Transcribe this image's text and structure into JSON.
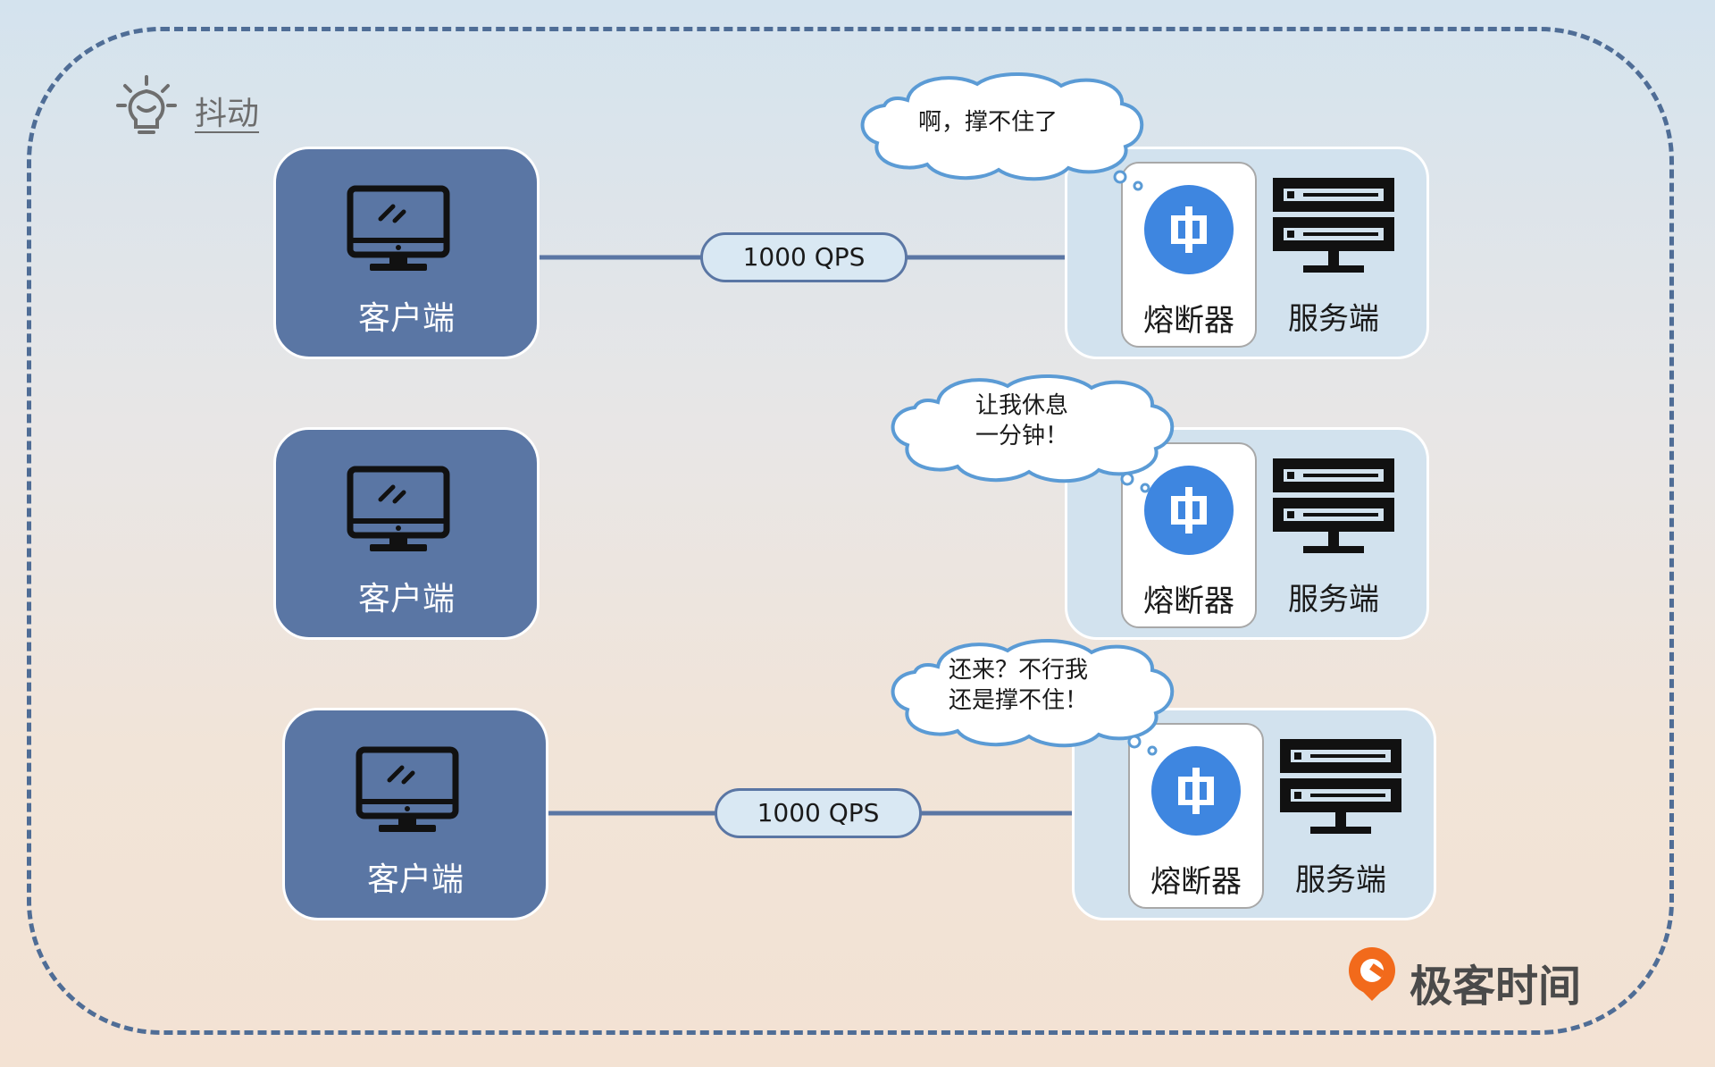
{
  "header": {
    "label": "抖动"
  },
  "flows": [
    {
      "client_label": "客户端",
      "request": "1000 QPS",
      "bubble_lines": [
        "啊，撑不住了"
      ],
      "breaker_icon": "split-bars-icon",
      "breaker_label": "熔断器",
      "server_label": "服务端"
    },
    {
      "client_label": "客户端",
      "bubble_lines": [
        "让我休息",
        "一分钟！"
      ],
      "breaker_icon": "split-bars-icon",
      "breaker_label": "熔断器",
      "server_label": "服务端"
    },
    {
      "client_label": "客户端",
      "request": "1000 QPS",
      "bubble_lines": [
        "还来？不行我",
        "还是撑不住！"
      ],
      "breaker_icon": "split-bars-icon",
      "breaker_label": "熔断器",
      "server_label": "服务端"
    }
  ],
  "brand": {
    "name": "极客时间",
    "accent": "#f26a1b"
  },
  "colors": {
    "client_box": "#5a76a4",
    "server_panel": "#d2e2ee",
    "breaker_icon": "#3e86e0",
    "frame": "#4f6d96"
  }
}
